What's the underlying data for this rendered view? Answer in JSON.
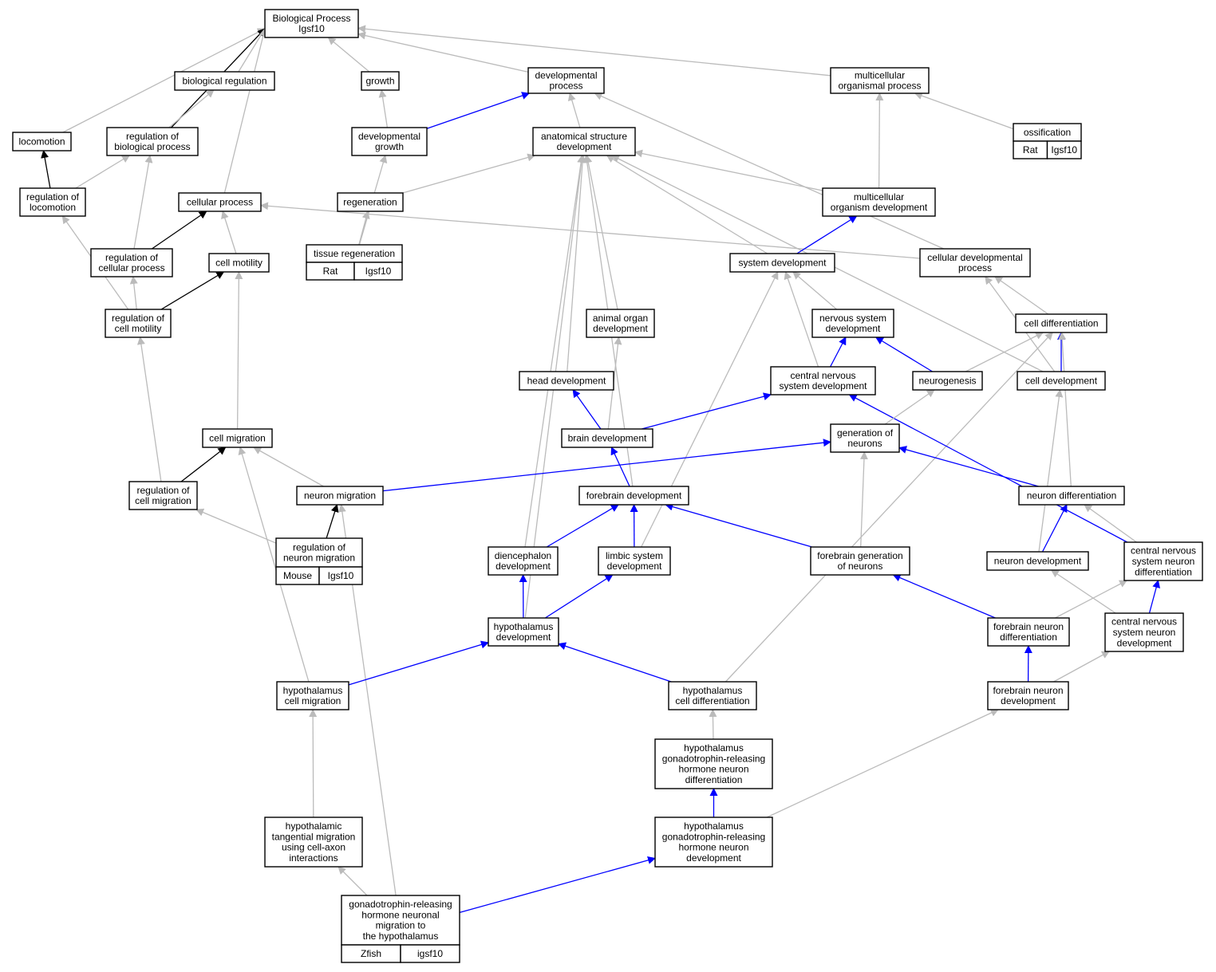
{
  "colors": {
    "is_a": "#bbbbbb",
    "part_of": "#0000ff",
    "regulates": "#000000",
    "rat": "#ffd700",
    "mouse": "#add8e6",
    "zfish": "#6495ed"
  },
  "nodes": {
    "bp": "Biological Process\nIgsf10",
    "bioreg": "biological regulation",
    "growth": "growth",
    "devproc": "developmental\nprocess",
    "mop": "multicellular\norganismal process",
    "loco": "locomotion",
    "regbio": "regulation of\nbiological process",
    "devgrowth": "developmental\ngrowth",
    "asd": "anatomical structure\ndevelopment",
    "ossif": "ossification",
    "regloco": "regulation of\nlocomotion",
    "cellproc": "cellular process",
    "regen": "regeneration",
    "mod": "multicellular\norganism development",
    "regcp": "regulation of\ncellular process",
    "cellmot": "cell motility",
    "tissregen": "tissue regeneration",
    "sysdev": "system development",
    "celldevproc": "cellular developmental\nprocess",
    "regcellmot": "regulation of\ncell motility",
    "aod": "animal organ\ndevelopment",
    "nsd": "nervous system\ndevelopment",
    "celldiff": "cell differentiation",
    "headdev": "head development",
    "cnsd": "central nervous\nsystem development",
    "neurogen": "neurogenesis",
    "celldev": "cell development",
    "cellmig": "cell migration",
    "braindev": "brain development",
    "genneur": "generation of\nneurons",
    "regcellmig": "regulation of\ncell migration",
    "neurmig": "neuron migration",
    "forebrain": "forebrain development",
    "neurdiff": "neuron differentiation",
    "regneurmig": "regulation of\nneuron migration",
    "dienc": "diencephalon\ndevelopment",
    "limbic": "limbic system\ndevelopment",
    "fbgen": "forebrain generation\nof neurons",
    "neurdev": "neuron development",
    "cnsnd": "central nervous\nsystem neuron\ndifferentiation",
    "hypodev": "hypothalamus\ndevelopment",
    "fbnd": "forebrain neuron\ndifferentiation",
    "cnsndev": "central nervous\nsystem neuron\ndevelopment",
    "hypocm": "hypothalamus\ncell migration",
    "hypocd": "hypothalamus\ncell differentiation",
    "fbndev": "forebrain neuron\ndevelopment",
    "hgnrhd": "hypothalamus\ngonadotrophin-releasing\nhormone neuron\ndifferentiation",
    "htm": "hypothalamic\ntangential migration\nusing cell-axon\ninteractions",
    "hgnrhdev": "hypothalamus\ngonadotrophin-releasing\nhormone neuron\ndevelopment",
    "gnrh": "gonadotrophin-releasing\nhormone neuronal\nmigration to\nthe hypothalamus"
  },
  "annotations": {
    "ossif": [
      "Rat",
      "Igsf10"
    ],
    "tissregen": [
      "Rat",
      "Igsf10"
    ],
    "regneurmig": [
      "Mouse",
      "Igsf10"
    ],
    "gnrh": [
      "Zfish",
      "igsf10"
    ]
  },
  "edges": [
    {
      "from": "bioreg",
      "to": "bp",
      "rel": "is_a"
    },
    {
      "from": "growth",
      "to": "bp",
      "rel": "is_a"
    },
    {
      "from": "devproc",
      "to": "bp",
      "rel": "is_a"
    },
    {
      "from": "mop",
      "to": "bp",
      "rel": "is_a"
    },
    {
      "from": "loco",
      "to": "bp",
      "rel": "is_a"
    },
    {
      "from": "regbio",
      "to": "bp",
      "rel": "regulates"
    },
    {
      "from": "cellproc",
      "to": "bp",
      "rel": "is_a"
    },
    {
      "from": "regbio",
      "to": "bioreg",
      "rel": "is_a"
    },
    {
      "from": "devgrowth",
      "to": "growth",
      "rel": "is_a"
    },
    {
      "from": "devgrowth",
      "to": "devproc",
      "rel": "part_of"
    },
    {
      "from": "asd",
      "to": "devproc",
      "rel": "is_a"
    },
    {
      "from": "celldevproc",
      "to": "devproc",
      "rel": "is_a"
    },
    {
      "from": "mod",
      "to": "mop",
      "rel": "is_a"
    },
    {
      "from": "ossif",
      "to": "mop",
      "rel": "is_a"
    },
    {
      "from": "regloco",
      "to": "loco",
      "rel": "regulates"
    },
    {
      "from": "regloco",
      "to": "regbio",
      "rel": "is_a"
    },
    {
      "from": "regcp",
      "to": "regbio",
      "rel": "is_a"
    },
    {
      "from": "tissregen",
      "to": "devgrowth",
      "rel": "is_a"
    },
    {
      "from": "regen",
      "to": "asd",
      "rel": "is_a"
    },
    {
      "from": "mod",
      "to": "asd",
      "rel": "is_a"
    },
    {
      "from": "sysdev",
      "to": "asd",
      "rel": "is_a"
    },
    {
      "from": "aod",
      "to": "asd",
      "rel": "is_a"
    },
    {
      "from": "headdev",
      "to": "asd",
      "rel": "is_a"
    },
    {
      "from": "forebrain",
      "to": "asd",
      "rel": "is_a"
    },
    {
      "from": "dienc",
      "to": "asd",
      "rel": "is_a"
    },
    {
      "from": "hypodev",
      "to": "asd",
      "rel": "is_a"
    },
    {
      "from": "celldev",
      "to": "asd",
      "rel": "is_a"
    },
    {
      "from": "tissregen",
      "to": "regen",
      "rel": "is_a"
    },
    {
      "from": "regcp",
      "to": "cellproc",
      "rel": "regulates"
    },
    {
      "from": "cellmot",
      "to": "cellproc",
      "rel": "is_a"
    },
    {
      "from": "celldevproc",
      "to": "cellproc",
      "rel": "is_a"
    },
    {
      "from": "sysdev",
      "to": "mod",
      "rel": "part_of"
    },
    {
      "from": "regcellmot",
      "to": "regloco",
      "rel": "is_a"
    },
    {
      "from": "regcellmot",
      "to": "regcp",
      "rel": "is_a"
    },
    {
      "from": "regcellmot",
      "to": "cellmot",
      "rel": "regulates"
    },
    {
      "from": "cellmig",
      "to": "cellmot",
      "rel": "is_a"
    },
    {
      "from": "nsd",
      "to": "sysdev",
      "rel": "is_a"
    },
    {
      "from": "cnsd",
      "to": "sysdev",
      "rel": "is_a"
    },
    {
      "from": "limbic",
      "to": "sysdev",
      "rel": "is_a"
    },
    {
      "from": "celldiff",
      "to": "celldevproc",
      "rel": "is_a"
    },
    {
      "from": "celldev",
      "to": "celldevproc",
      "rel": "is_a"
    },
    {
      "from": "braindev",
      "to": "aod",
      "rel": "is_a"
    },
    {
      "from": "cnsd",
      "to": "nsd",
      "rel": "part_of"
    },
    {
      "from": "neurogen",
      "to": "nsd",
      "rel": "part_of"
    },
    {
      "from": "neurogen",
      "to": "celldiff",
      "rel": "is_a"
    },
    {
      "from": "celldev",
      "to": "celldiff",
      "rel": "part_of"
    },
    {
      "from": "neurdiff",
      "to": "celldiff",
      "rel": "is_a"
    },
    {
      "from": "hypocd",
      "to": "celldiff",
      "rel": "is_a"
    },
    {
      "from": "braindev",
      "to": "headdev",
      "rel": "part_of"
    },
    {
      "from": "braindev",
      "to": "cnsd",
      "rel": "part_of"
    },
    {
      "from": "cnsnd",
      "to": "cnsd",
      "rel": "part_of"
    },
    {
      "from": "genneur",
      "to": "neurogen",
      "rel": "is_a"
    },
    {
      "from": "neurdev",
      "to": "celldev",
      "rel": "is_a"
    },
    {
      "from": "regcellmig",
      "to": "regcellmot",
      "rel": "is_a"
    },
    {
      "from": "regcellmig",
      "to": "cellmig",
      "rel": "regulates"
    },
    {
      "from": "neurmig",
      "to": "cellmig",
      "rel": "is_a"
    },
    {
      "from": "hypocm",
      "to": "cellmig",
      "rel": "is_a"
    },
    {
      "from": "forebrain",
      "to": "braindev",
      "rel": "part_of"
    },
    {
      "from": "neurmig",
      "to": "genneur",
      "rel": "part_of"
    },
    {
      "from": "neurdiff",
      "to": "genneur",
      "rel": "part_of"
    },
    {
      "from": "fbgen",
      "to": "genneur",
      "rel": "is_a"
    },
    {
      "from": "regneurmig",
      "to": "regcellmig",
      "rel": "is_a"
    },
    {
      "from": "regneurmig",
      "to": "neurmig",
      "rel": "regulates"
    },
    {
      "from": "gnrh",
      "to": "neurmig",
      "rel": "is_a"
    },
    {
      "from": "dienc",
      "to": "forebrain",
      "rel": "part_of"
    },
    {
      "from": "limbic",
      "to": "forebrain",
      "rel": "part_of"
    },
    {
      "from": "fbgen",
      "to": "forebrain",
      "rel": "part_of"
    },
    {
      "from": "neurdev",
      "to": "neurdiff",
      "rel": "part_of"
    },
    {
      "from": "cnsnd",
      "to": "neurdiff",
      "rel": "is_a"
    },
    {
      "from": "hypodev",
      "to": "dienc",
      "rel": "part_of"
    },
    {
      "from": "hypodev",
      "to": "limbic",
      "rel": "part_of"
    },
    {
      "from": "fbnd",
      "to": "fbgen",
      "rel": "part_of"
    },
    {
      "from": "fbnd",
      "to": "cnsnd",
      "rel": "is_a"
    },
    {
      "from": "cnsndev",
      "to": "neurdev",
      "rel": "is_a"
    },
    {
      "from": "cnsndev",
      "to": "cnsnd",
      "rel": "part_of"
    },
    {
      "from": "hypocm",
      "to": "hypodev",
      "rel": "part_of"
    },
    {
      "from": "hypocd",
      "to": "hypodev",
      "rel": "part_of"
    },
    {
      "from": "fbndev",
      "to": "fbnd",
      "rel": "part_of"
    },
    {
      "from": "fbndev",
      "to": "cnsndev",
      "rel": "is_a"
    },
    {
      "from": "htm",
      "to": "hypocm",
      "rel": "is_a"
    },
    {
      "from": "hgnrhd",
      "to": "hypocd",
      "rel": "is_a"
    },
    {
      "from": "hgnrhdev",
      "to": "hgnrhd",
      "rel": "part_of"
    },
    {
      "from": "hgnrhdev",
      "to": "fbndev",
      "rel": "is_a"
    },
    {
      "from": "gnrh",
      "to": "htm",
      "rel": "is_a"
    },
    {
      "from": "gnrh",
      "to": "hgnrhdev",
      "rel": "part_of"
    }
  ]
}
